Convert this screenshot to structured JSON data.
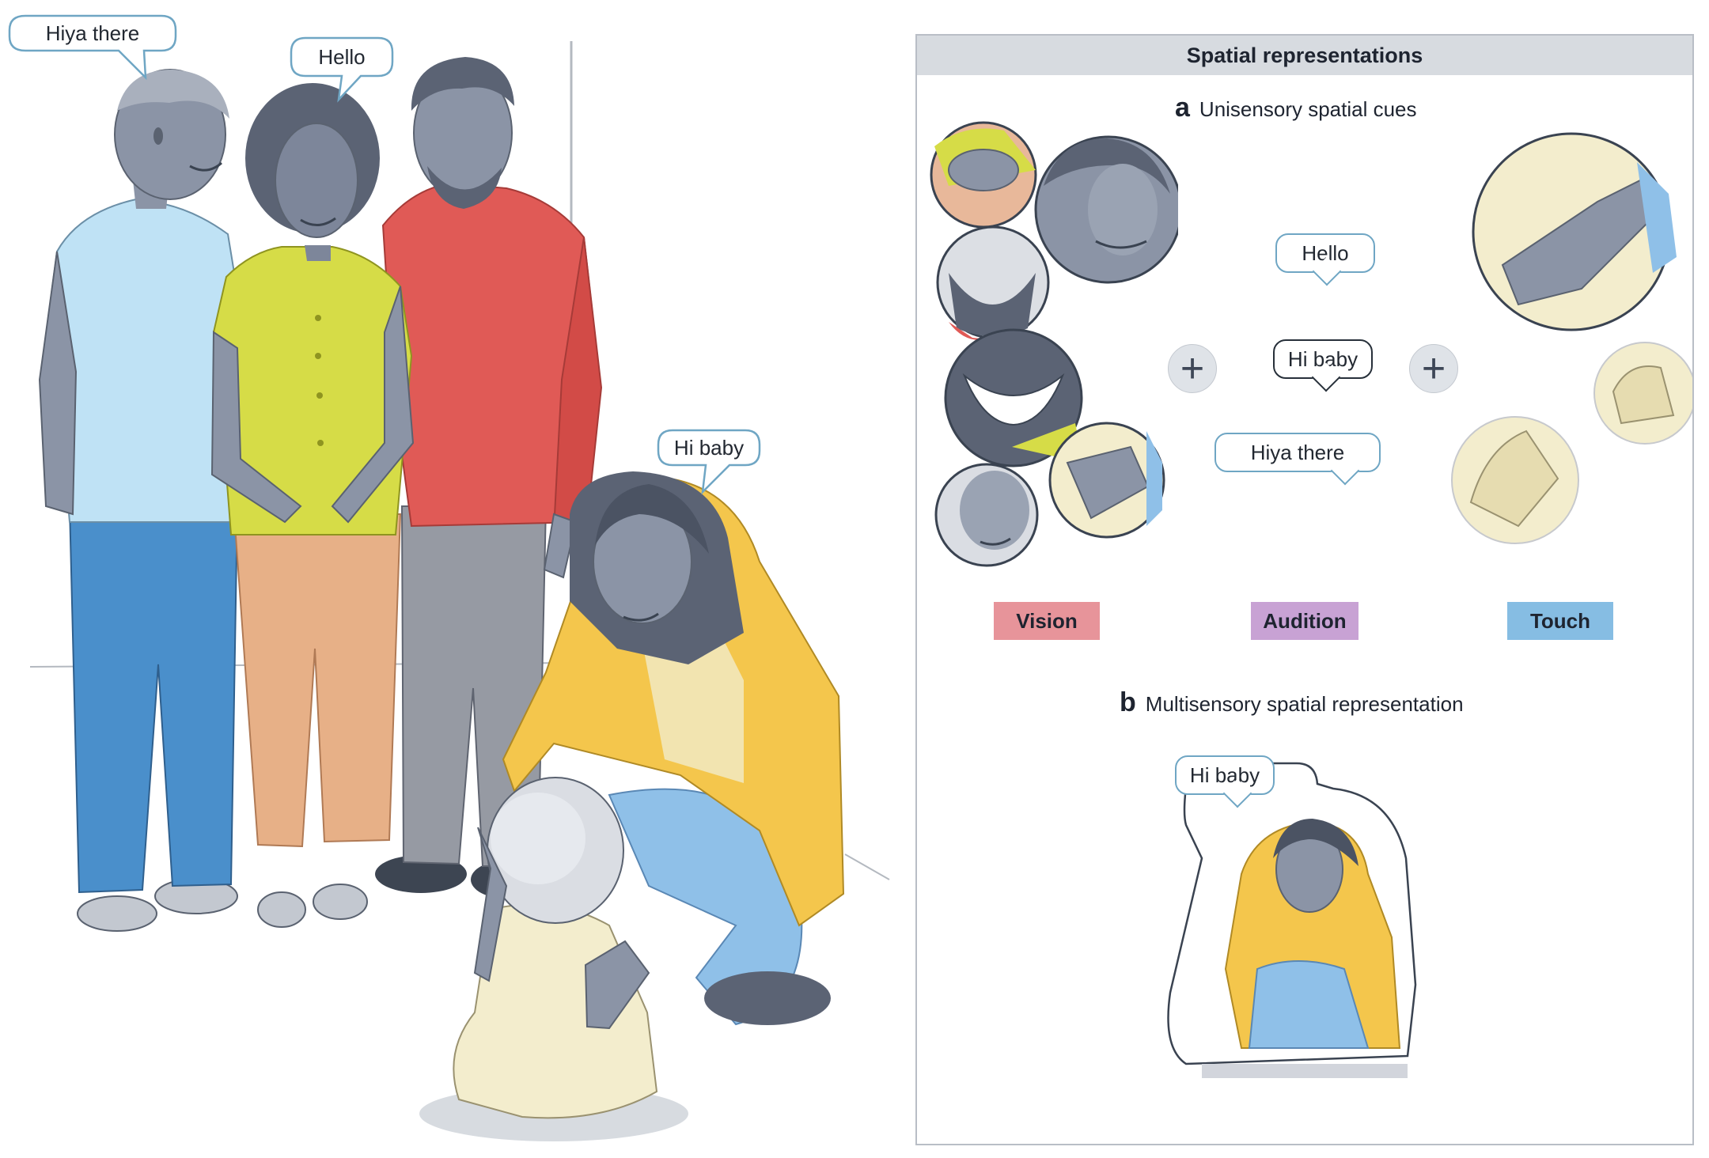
{
  "scene": {
    "speech": {
      "man_left": "Hiya there",
      "woman_yellow": "Hello",
      "mother": "Hi baby"
    }
  },
  "panel": {
    "title": "Spatial representations",
    "section_a": {
      "letter": "a",
      "title": "Unisensory spatial cues"
    },
    "audition_bubbles": {
      "top": "Hello",
      "middle": "Hi baby",
      "bottom": "Hiya there"
    },
    "plus_glyph": "+",
    "legend": [
      {
        "label": "Vision",
        "color": "#e7949a"
      },
      {
        "label": "Audition",
        "color": "#c8a2d4"
      },
      {
        "label": "Touch",
        "color": "#86bde3"
      }
    ],
    "section_b": {
      "letter": "b",
      "title": "Multisensory spatial representation"
    },
    "multisensory_bubble": "Hi baby"
  },
  "colors": {
    "skin_gray": "#8b94a6",
    "shirt_lightblue": "#bfe2f5",
    "jeans_blue": "#4a8fcb",
    "shirt_yellow": "#d6dc47",
    "pants_peach": "#e7b087",
    "sweater_red": "#e05a56",
    "pants_gray": "#969aa3",
    "cardigan_yellow": "#f4c64c",
    "baby_cream": "#f3edcd"
  }
}
